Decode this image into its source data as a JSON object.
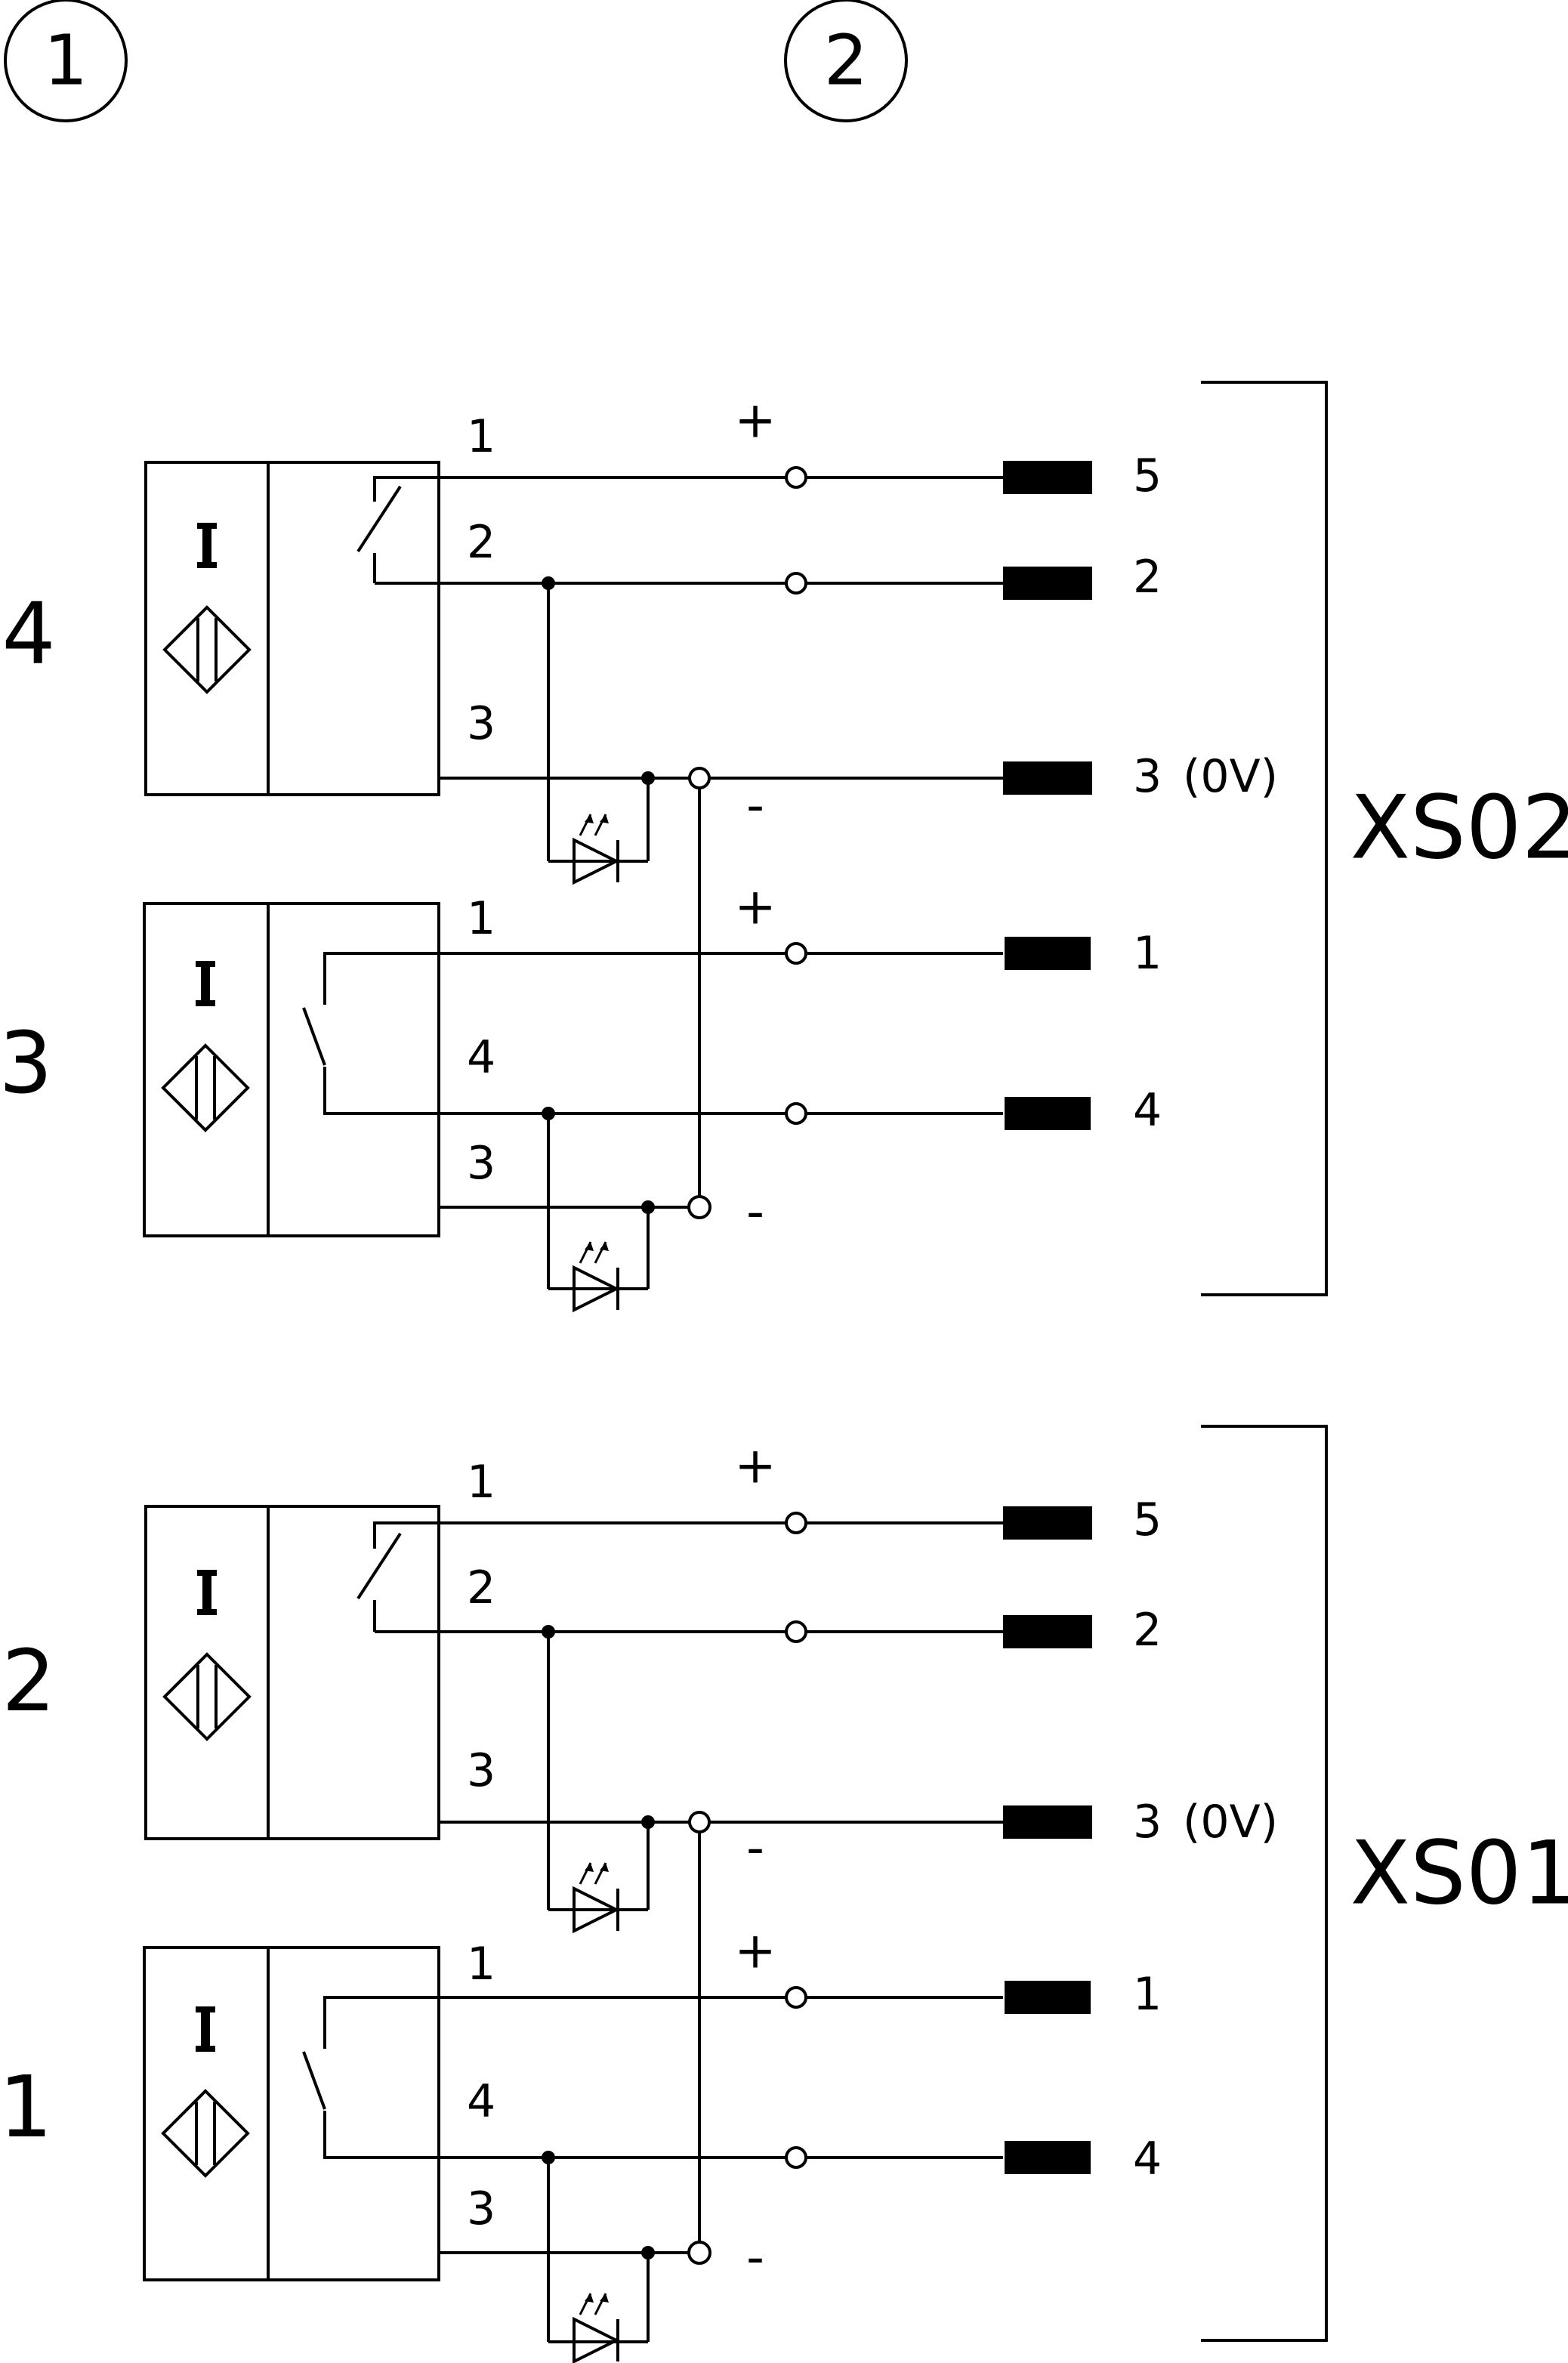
{
  "header_markers": [
    "1",
    "2"
  ],
  "units": [
    {
      "connector": "XS02",
      "sensors": [
        {
          "id": "4",
          "contact": "NC",
          "sensor_pins": [
            "1",
            "2",
            "3"
          ],
          "lines": [
            {
              "polarity": "+",
              "pin": "5"
            },
            {
              "polarity": "",
              "pin": "2"
            },
            {
              "polarity": "-",
              "pin": "3",
              "note": "(0V)"
            }
          ]
        },
        {
          "id": "3",
          "contact": "NO",
          "sensor_pins": [
            "1",
            "4",
            "3"
          ],
          "lines": [
            {
              "polarity": "+",
              "pin": "1"
            },
            {
              "polarity": "",
              "pin": "4"
            },
            {
              "polarity": "-",
              "pin": "",
              "note": ""
            }
          ]
        }
      ]
    },
    {
      "connector": "XS01",
      "sensors": [
        {
          "id": "2",
          "contact": "NC",
          "sensor_pins": [
            "1",
            "2",
            "3"
          ],
          "lines": [
            {
              "polarity": "+",
              "pin": "5"
            },
            {
              "polarity": "",
              "pin": "2"
            },
            {
              "polarity": "-",
              "pin": "3",
              "note": "(0V)"
            }
          ]
        },
        {
          "id": "1",
          "contact": "NO",
          "sensor_pins": [
            "1",
            "4",
            "3"
          ],
          "lines": [
            {
              "polarity": "+",
              "pin": "1"
            },
            {
              "polarity": "",
              "pin": "4"
            },
            {
              "polarity": "-",
              "pin": "",
              "note": ""
            }
          ]
        }
      ]
    }
  ],
  "symbols": {
    "sensor_symbol": "inductive-proximity-sensor-icon",
    "indicator_symbol": "led-icon",
    "terminal_symbol": "terminal-circle-icon",
    "pin_block_symbol": "connector-pin-icon"
  },
  "colors": {
    "line": "#000000",
    "background": "#ffffff"
  }
}
